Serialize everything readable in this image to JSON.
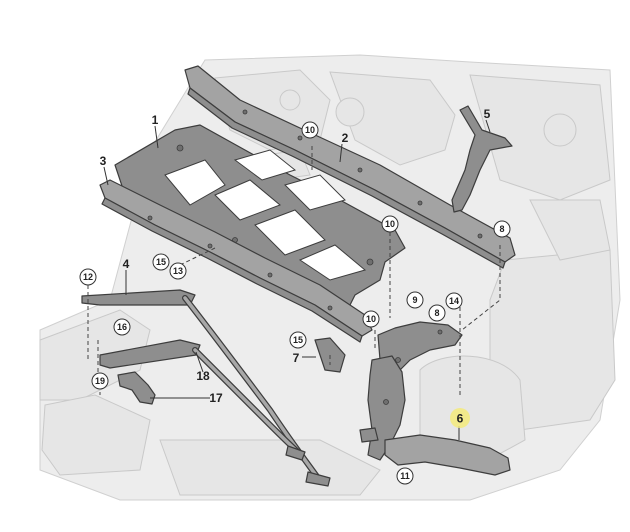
{
  "diagram": {
    "labels": {
      "l1": "1",
      "l2": "2",
      "l3": "3",
      "l4": "4",
      "l5": "5",
      "l6": "6",
      "l7": "7",
      "l8": "8",
      "l9": "9",
      "l10": "10",
      "l11": "11",
      "l12": "12",
      "l13": "13",
      "l14": "14",
      "l15": "15",
      "l16": "16",
      "l17": "17",
      "l18": "18",
      "l19": "19"
    },
    "colors": {
      "part_fill": "#8e8e8e",
      "part_outline": "#3d3d3d",
      "background_car": "#e6e6e6",
      "highlight": "#f3ea7a"
    }
  }
}
